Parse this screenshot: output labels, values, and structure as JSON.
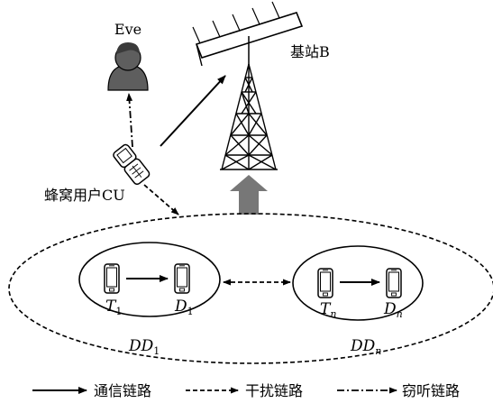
{
  "nodes": {
    "eve": {
      "label": "Eve"
    },
    "base_station": {
      "label": "基站B"
    },
    "cellular_user": {
      "label": "蜂窝用户CU"
    },
    "pair_1": {
      "group_main": "DD",
      "group_sub": "1",
      "tx_main": "T",
      "tx_sub": "1",
      "rx_main": "D",
      "rx_sub": "1"
    },
    "pair_n": {
      "group_main": "DD",
      "group_sub": "n",
      "tx_main": "T",
      "tx_sub": "n",
      "rx_main": "D",
      "rx_sub": "n"
    }
  },
  "legend": {
    "communication": "通信链路",
    "interference": "干扰链路",
    "eavesdrop": "窃听链路"
  },
  "colors": {
    "stroke": "#000000",
    "uplink_arrow": "#777777",
    "eve_body": "#5e5e5e"
  }
}
